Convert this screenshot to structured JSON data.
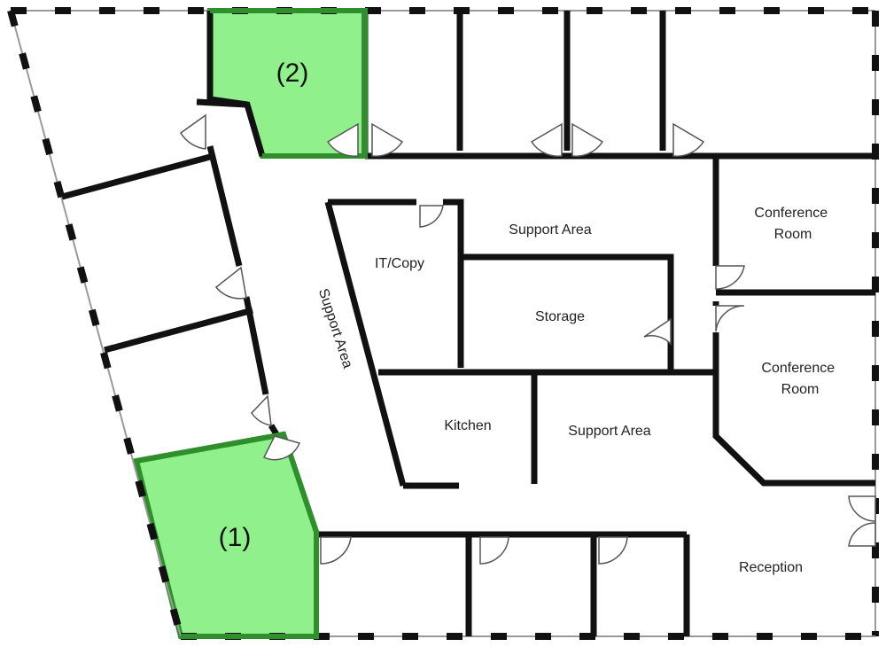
{
  "colors": {
    "highlight_fill": "#8ff08c",
    "highlight_stroke": "#2f8f2c",
    "wall": "#111111"
  },
  "highlighted_rooms": {
    "room1": {
      "label": "(1)"
    },
    "room2": {
      "label": "(2)"
    }
  },
  "labels": {
    "it_copy": "IT/Copy",
    "support_area_top": "Support Area",
    "support_area_vertical": "Support Area",
    "storage": "Storage",
    "kitchen": "Kitchen",
    "support_area_bottom": "Support Area",
    "conference_room_1": [
      "Conference",
      "Room"
    ],
    "conference_room_2": [
      "Conference",
      "Room"
    ],
    "reception": "Reception"
  }
}
